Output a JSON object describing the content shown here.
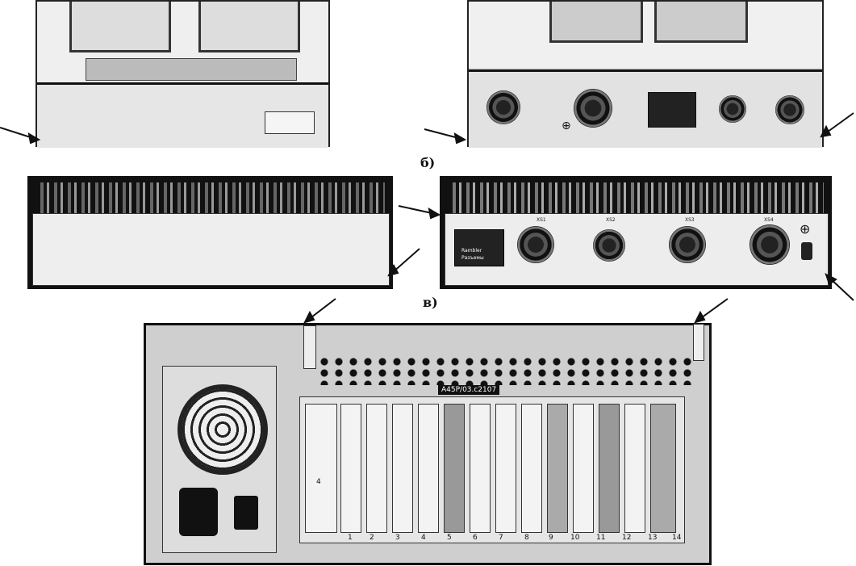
{
  "captions": {
    "b": "б)",
    "v": "в)"
  },
  "panel_b_right": {
    "connector_labels": [
      "XS1",
      "XS2",
      "XS3",
      "XS4"
    ],
    "plate_lines": [
      "Rambler",
      "Разъемы"
    ]
  },
  "panel_v": {
    "card_label": "A45P/03.c2107",
    "slot_numbers": [
      "1",
      "2",
      "3",
      "4",
      "5",
      "6",
      "7",
      "8",
      "9",
      "10",
      "11",
      "12",
      "13",
      "14"
    ],
    "psu_number": "4"
  },
  "icons": [
    "arrow-icon",
    "ground-symbol-icon",
    "fan-grille-icon",
    "power-inlet-icon",
    "power-switch-icon"
  ]
}
